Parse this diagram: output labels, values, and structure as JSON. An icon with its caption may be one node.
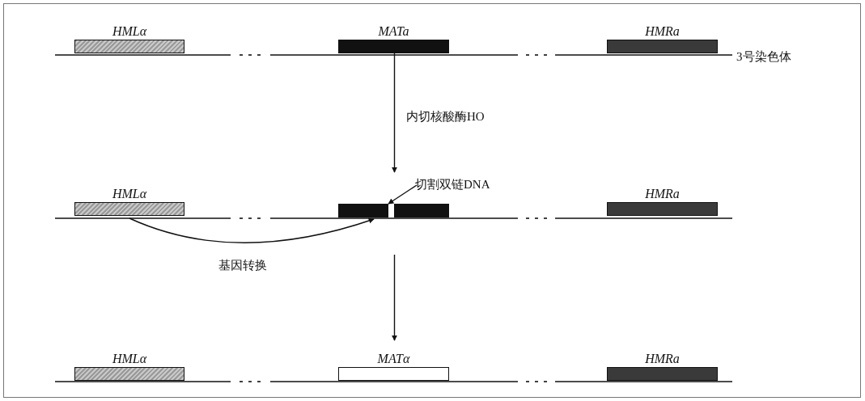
{
  "diagram": {
    "nodes": [
      {
        "text": [
          "HMLα"
        ]
      },
      {
        "text": [
          "MATa"
        ]
      },
      {
        "text": [
          "HMRa"
        ]
      },
      {
        "text": [
          "HMLα"
        ]
      },
      {
        "text": [],
        "shape": "bar"
      },
      {
        "text": [],
        "shape": "bar"
      },
      {
        "text": [
          "HMRa"
        ]
      },
      {
        "text": [
          "切割双链DNA"
        ]
      },
      {
        "text": [
          "HMLα"
        ]
      },
      {
        "text": [
          "MATα"
        ]
      },
      {
        "text": [
          "HMRa"
        ]
      }
    ],
    "edges": [
      {
        "from": 1,
        "to": 7,
        "arrow": "to",
        "label": "内切核酸酶HO"
      },
      {
        "from": 7,
        "to": 4,
        "arrow": "to"
      },
      {
        "from": 3,
        "to": 4,
        "arrow": "to",
        "label": "基因转换"
      },
      {
        "from": null,
        "to": 9,
        "arrow": "to"
      }
    ],
    "labels": [
      "3号染色体"
    ]
  }
}
